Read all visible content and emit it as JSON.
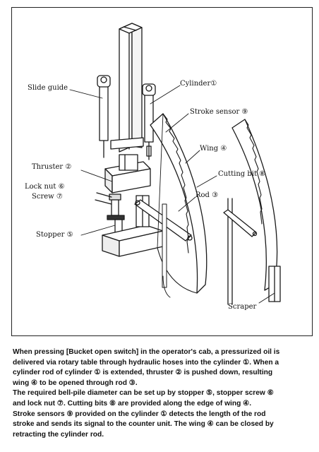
{
  "diagram": {
    "labels": {
      "slide_guide": "Slide guide",
      "cylinder": "Cylinder①",
      "stroke_sensor": "Stroke sensor ⑨",
      "wing": "Wing ④",
      "cutting_bit": "Cutting bit ⑧",
      "thruster": "Thruster ②",
      "lock_nut": "Lock nut ⑥",
      "screw": "Screw ⑦",
      "rod": "Rod ③",
      "stopper": "Stopper ⑤",
      "scraper": "Scraper"
    }
  },
  "caption": {
    "lines": [
      "When pressing [Bucket open switch] in the operator's cab, a pressurized oil is",
      "delivered via rotary table through hydraulic hoses into the cylinder ①. When a",
      "cylinder rod of cylinder ① is extended, thruster ② is pushed down, resulting",
      "wing ④ to be opened through rod ③.",
      "The required bell-pile diameter can be set up by stopper ⑤, stopper screw ⑥",
      "and lock nut ⑦. Cutting bits ⑧ are provided along the edge of wing ④.",
      "Stroke sensors ⑨ provided on the cylinder ① detects the length of the rod",
      "stroke and sends its signal to the counter unit. The wing ④ can be closed by",
      "retracting the cylinder rod."
    ]
  }
}
